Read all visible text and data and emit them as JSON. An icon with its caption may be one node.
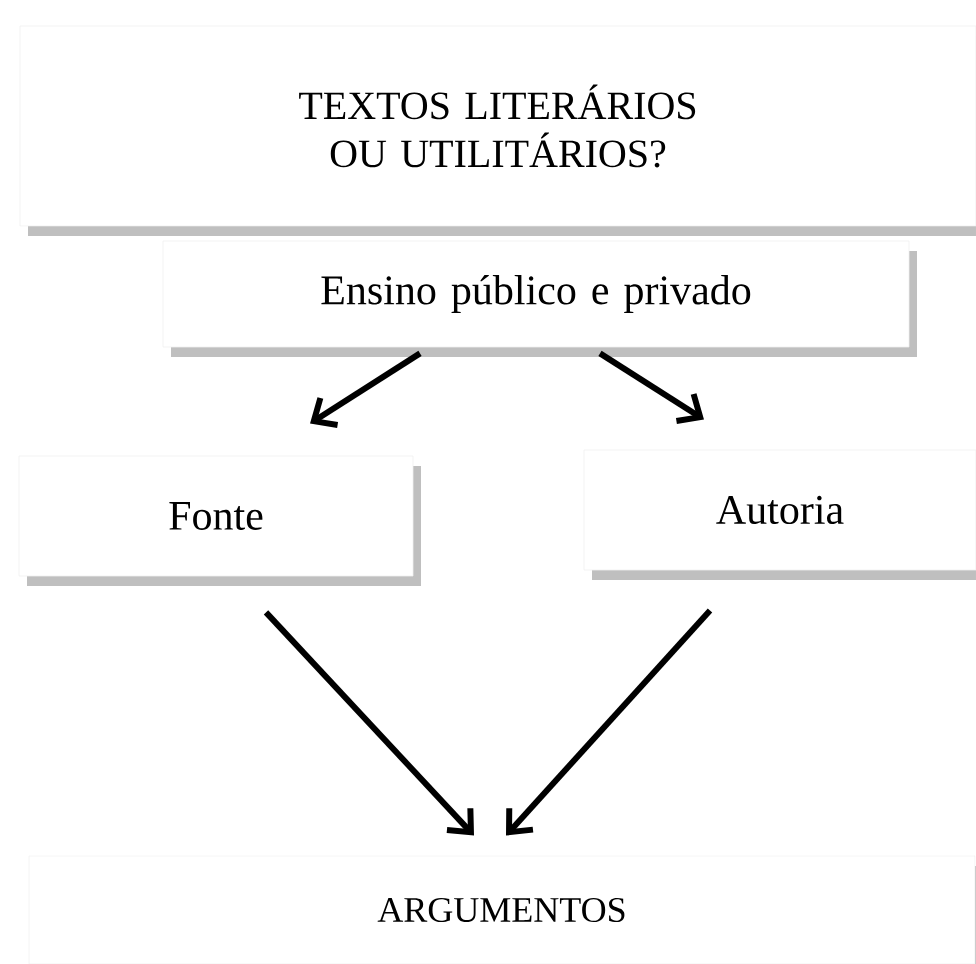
{
  "diagram": {
    "nodes": [
      {
        "text": [
          "TEXTOS LITERÁRIOS OU UTILITÁRIOS?"
        ]
      },
      {
        "text": [
          "Ensino público e privado"
        ]
      },
      {
        "text": [
          "Fonte"
        ]
      },
      {
        "text": [
          "Autoria"
        ]
      },
      {
        "text": [
          "ARGUMENTOS"
        ]
      }
    ],
    "edges": [
      {
        "from": 1,
        "to": 2,
        "arrow": "to"
      },
      {
        "from": 1,
        "to": 3,
        "arrow": "to"
      },
      {
        "from": 2,
        "to": 4,
        "arrow": "to"
      },
      {
        "from": 3,
        "to": 4,
        "arrow": "to"
      }
    ]
  }
}
